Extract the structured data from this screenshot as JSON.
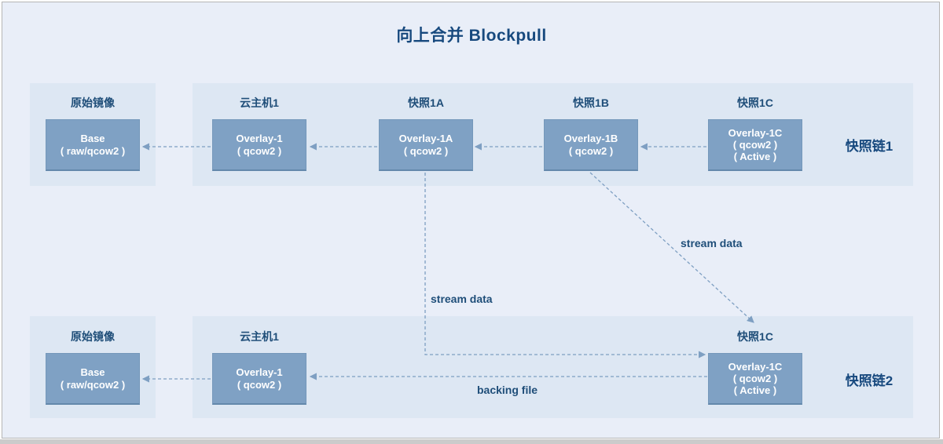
{
  "title": "向上合并 Blockpull",
  "chain1": {
    "label": "快照链1",
    "origin": {
      "panel_label": "原始镜像",
      "node": {
        "line1": "Base",
        "line2": "( raw/qcow2 )"
      }
    },
    "nodes": [
      {
        "label": "云主机1",
        "line1": "Overlay-1",
        "line2": "( qcow2 )"
      },
      {
        "label": "快照1A",
        "line1": "Overlay-1A",
        "line2": "( qcow2 )"
      },
      {
        "label": "快照1B",
        "line1": "Overlay-1B",
        "line2": "( qcow2 )"
      },
      {
        "label": "快照1C",
        "line1": "Overlay-1C",
        "line2": "( qcow2 )",
        "line3": "( Active )"
      }
    ]
  },
  "chain2": {
    "label": "快照链2",
    "origin": {
      "panel_label": "原始镜像",
      "node": {
        "line1": "Base",
        "line2": "( raw/qcow2 )"
      }
    },
    "nodes": [
      {
        "label": "云主机1",
        "line1": "Overlay-1",
        "line2": "( qcow2 )"
      },
      {
        "label": "快照1C",
        "line1": "Overlay-1C",
        "line2": "( qcow2 )",
        "line3": "( Active )"
      }
    ]
  },
  "annotations": {
    "stream_data_left": "stream data",
    "stream_data_right": "stream data",
    "backing_file": "backing file"
  },
  "colors": {
    "canvas_background": "#e9eef8",
    "panel_background": "#dde7f3",
    "node_fill": "#7fa1c4",
    "node_text": "#ffffff",
    "label_text": "#1f4e79",
    "title_text": "#17497e",
    "arrow": "#7e9fc2",
    "window_edge": "#cbcbcb"
  }
}
